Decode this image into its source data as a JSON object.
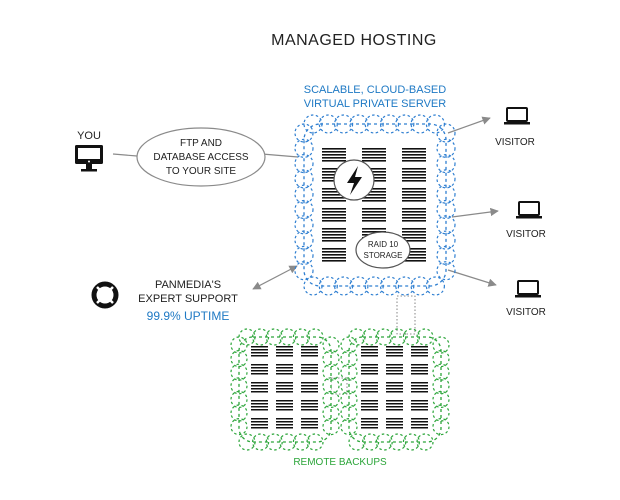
{
  "title": "MANAGED HOSTING",
  "vps_label": [
    "SCALABLE, CLOUD-BASED",
    "VIRTUAL PRIVATE SERVER"
  ],
  "you_label": "YOU",
  "ftp_label": [
    "FTP AND",
    "DATABASE ACCESS",
    "TO YOUR SITE"
  ],
  "raid_label": [
    "RAID 10",
    "STORAGE"
  ],
  "support_label": [
    "PANMEDIA'S",
    "EXPERT SUPPORT"
  ],
  "uptime_label": "99.9% UPTIME",
  "visitors": [
    "VISITOR",
    "VISITOR",
    "VISITOR"
  ],
  "backups_label": "REMOTE BACKUPS",
  "colors": {
    "text": "#222222",
    "blue_text": "#1e79c4",
    "blue_cloud": "#2f7fd1",
    "green_cloud": "#2ca53a",
    "arrow": "#8a8a8a",
    "bars": "#111111"
  }
}
